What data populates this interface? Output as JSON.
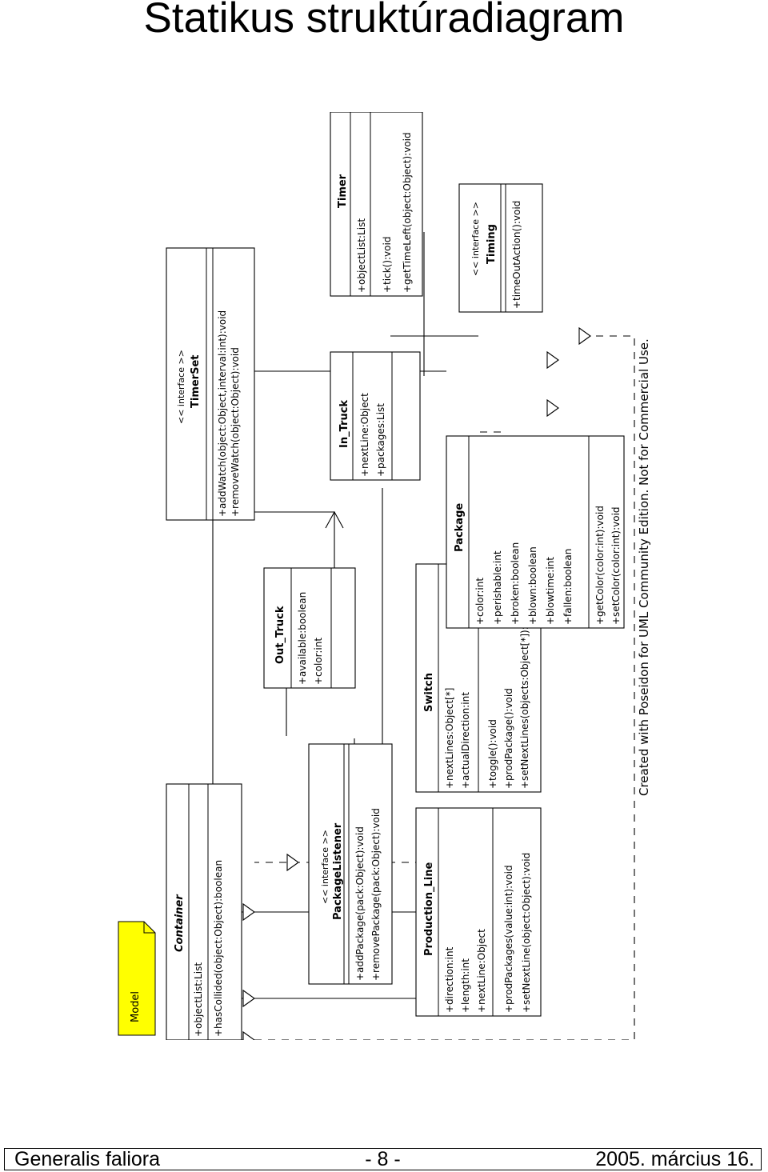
{
  "title": "Statikus struktúradiagram",
  "diagram": {
    "note": "Model",
    "stereotype": "<< interface >>",
    "watermark": "Created with Poseidon for UML Community Edition. Not for Commercial Use.",
    "classes": {
      "container": {
        "name": "Container",
        "attrs": [
          "+objectList:List"
        ],
        "ops": [
          "+hasCollided(object:Object):boolean"
        ]
      },
      "timerset": {
        "name": "TimerSet",
        "attrs": [],
        "ops": [
          "+addWatch(object:Object,interval:int):void",
          "+removeWatch(object:Object):void"
        ]
      },
      "timer": {
        "name": "Timer",
        "attrs": [
          "+objectList:List"
        ],
        "ops": [
          "+tick():void",
          "+getTimeLeft(object:Object):void"
        ]
      },
      "packagelistener": {
        "name": "PackageListener",
        "attrs": [],
        "ops": [
          "+addPackage(pack:Object):void",
          "+removePackage(pack:Object):void"
        ]
      },
      "out_truck": {
        "name": "Out_Truck",
        "attrs": [
          "+available:boolean",
          "+color:int"
        ],
        "ops": []
      },
      "in_truck": {
        "name": "In_Truck",
        "attrs": [
          "+nextLine:Object",
          "+packages:List"
        ],
        "ops": []
      },
      "timing": {
        "name": "Timing",
        "attrs": [],
        "ops": [
          "+timeOutAction():void"
        ]
      },
      "production_line": {
        "name": "Production_Line",
        "attrs": [
          "+direction:int",
          "+length:int",
          "+nextLine:Object"
        ],
        "ops": [
          "+prodPackages(value:int):void",
          "+setNextLine(object:Object):void"
        ]
      },
      "switch": {
        "name": "Switch",
        "attrs": [
          "+nextLines:Object[*]",
          "+actualDirection:int"
        ],
        "ops": [
          "+toggle():void",
          "+prodPackage():void",
          "+setNextLines(objects:Object[*]):void"
        ]
      },
      "package": {
        "name": "Package",
        "attrs": [
          "+color:int",
          "+perishable:int",
          "+broken:boolean",
          "+blown:boolean",
          "+blowtime:int",
          "+fallen:boolean"
        ],
        "ops": [
          "+getColor(color:int):void",
          "+setColor(color:int):void"
        ]
      }
    }
  },
  "footer": {
    "left": "Generalis faliora",
    "center": "- 8 -",
    "right": "2005. március 16."
  }
}
